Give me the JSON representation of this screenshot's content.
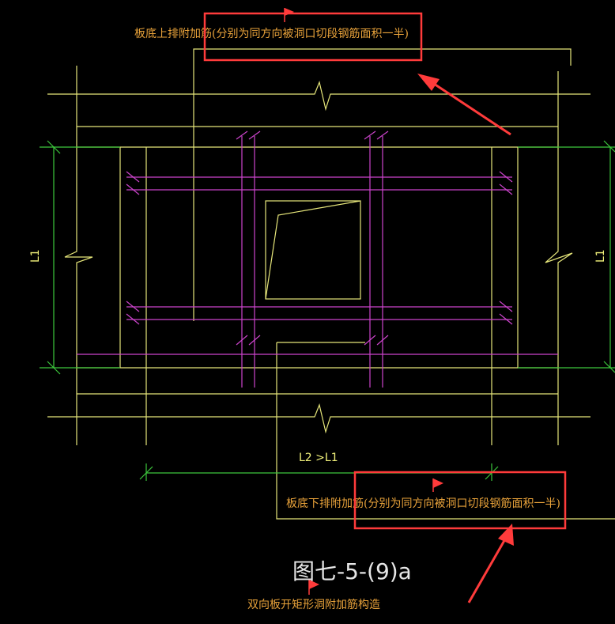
{
  "annotations": {
    "top_note": "板底上排附加筋(分别为同方向被洞口切段钢筋面积一半)",
    "bottom_note": "板底下排附加筋(分别为同方向被洞口切段钢筋面积一半)",
    "dim_left": "L1",
    "dim_right": "L1",
    "dim_bottom": "L2 >L1"
  },
  "figure": {
    "title": "图七-5-(9)a",
    "caption": "双向板开矩形洞附加筋构造"
  },
  "colors": {
    "background": "#000000",
    "slab_lines": "#e6e67a",
    "rebar": "#cc44cc",
    "dimension": "#3cc83c",
    "highlight_box": "#ff3b3b",
    "text": "#e8a23a",
    "title": "#e6e6e6"
  }
}
